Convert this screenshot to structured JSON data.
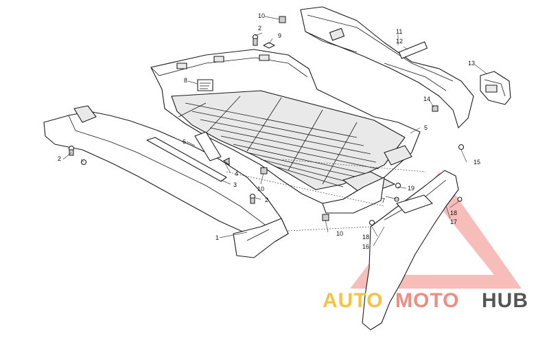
{
  "callouts": {
    "c1": "1",
    "c2a": "2",
    "c2b": "2",
    "c3": "3",
    "c4": "4",
    "c5": "5",
    "c6": "6",
    "c7": "7",
    "c8": "8",
    "c9": "9",
    "c10a": "10",
    "c10b": "10",
    "c10c": "10",
    "c11": "11",
    "c12": "12",
    "c13": "13",
    "c14": "14",
    "c15": "15",
    "c16": "16",
    "c17": "17",
    "c18a": "18",
    "c18b": "18",
    "c19": "19"
  },
  "watermark": {
    "part1": "AUTO",
    "part2": "MOTO",
    "part3": "HUB",
    "color_auto": "#f5c242",
    "color_moto": "#f28b82",
    "color_hub": "#555555"
  }
}
